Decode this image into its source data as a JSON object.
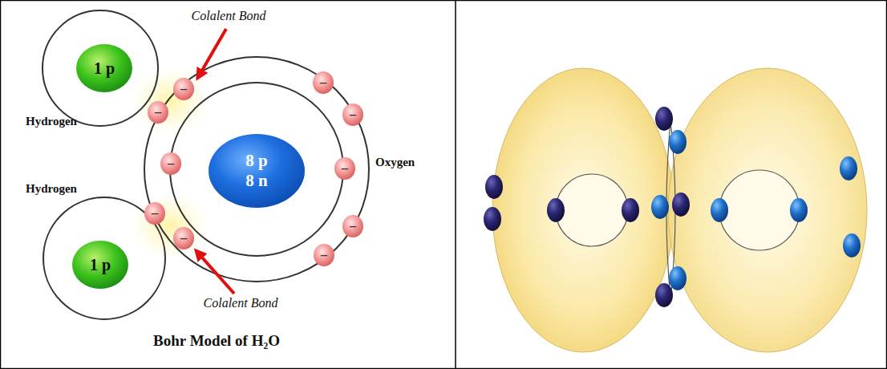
{
  "diagram": {
    "caption": "Bohr Model of H₂O",
    "nodes": [
      {
        "text": [
          "1 p"
        ]
      },
      {
        "text": [
          "8 p",
          "8 n"
        ]
      },
      {
        "text": [
          "1 p"
        ]
      },
      {
        "text": [
          "–"
        ]
      },
      {
        "text": [
          "–"
        ]
      },
      {
        "text": [
          "–"
        ]
      },
      {
        "text": [
          "–"
        ]
      },
      {
        "text": [
          "–"
        ]
      },
      {
        "text": [
          "–"
        ]
      },
      {
        "text": [
          "–"
        ]
      },
      {
        "text": [
          "–"
        ]
      },
      {
        "text": [
          "–"
        ]
      },
      {
        "text": [
          "–"
        ]
      }
    ],
    "labels": [
      "Colalent Bond",
      "Hydrogen",
      "Oxygen",
      "Hydrogen",
      "Colalent Bond"
    ]
  }
}
